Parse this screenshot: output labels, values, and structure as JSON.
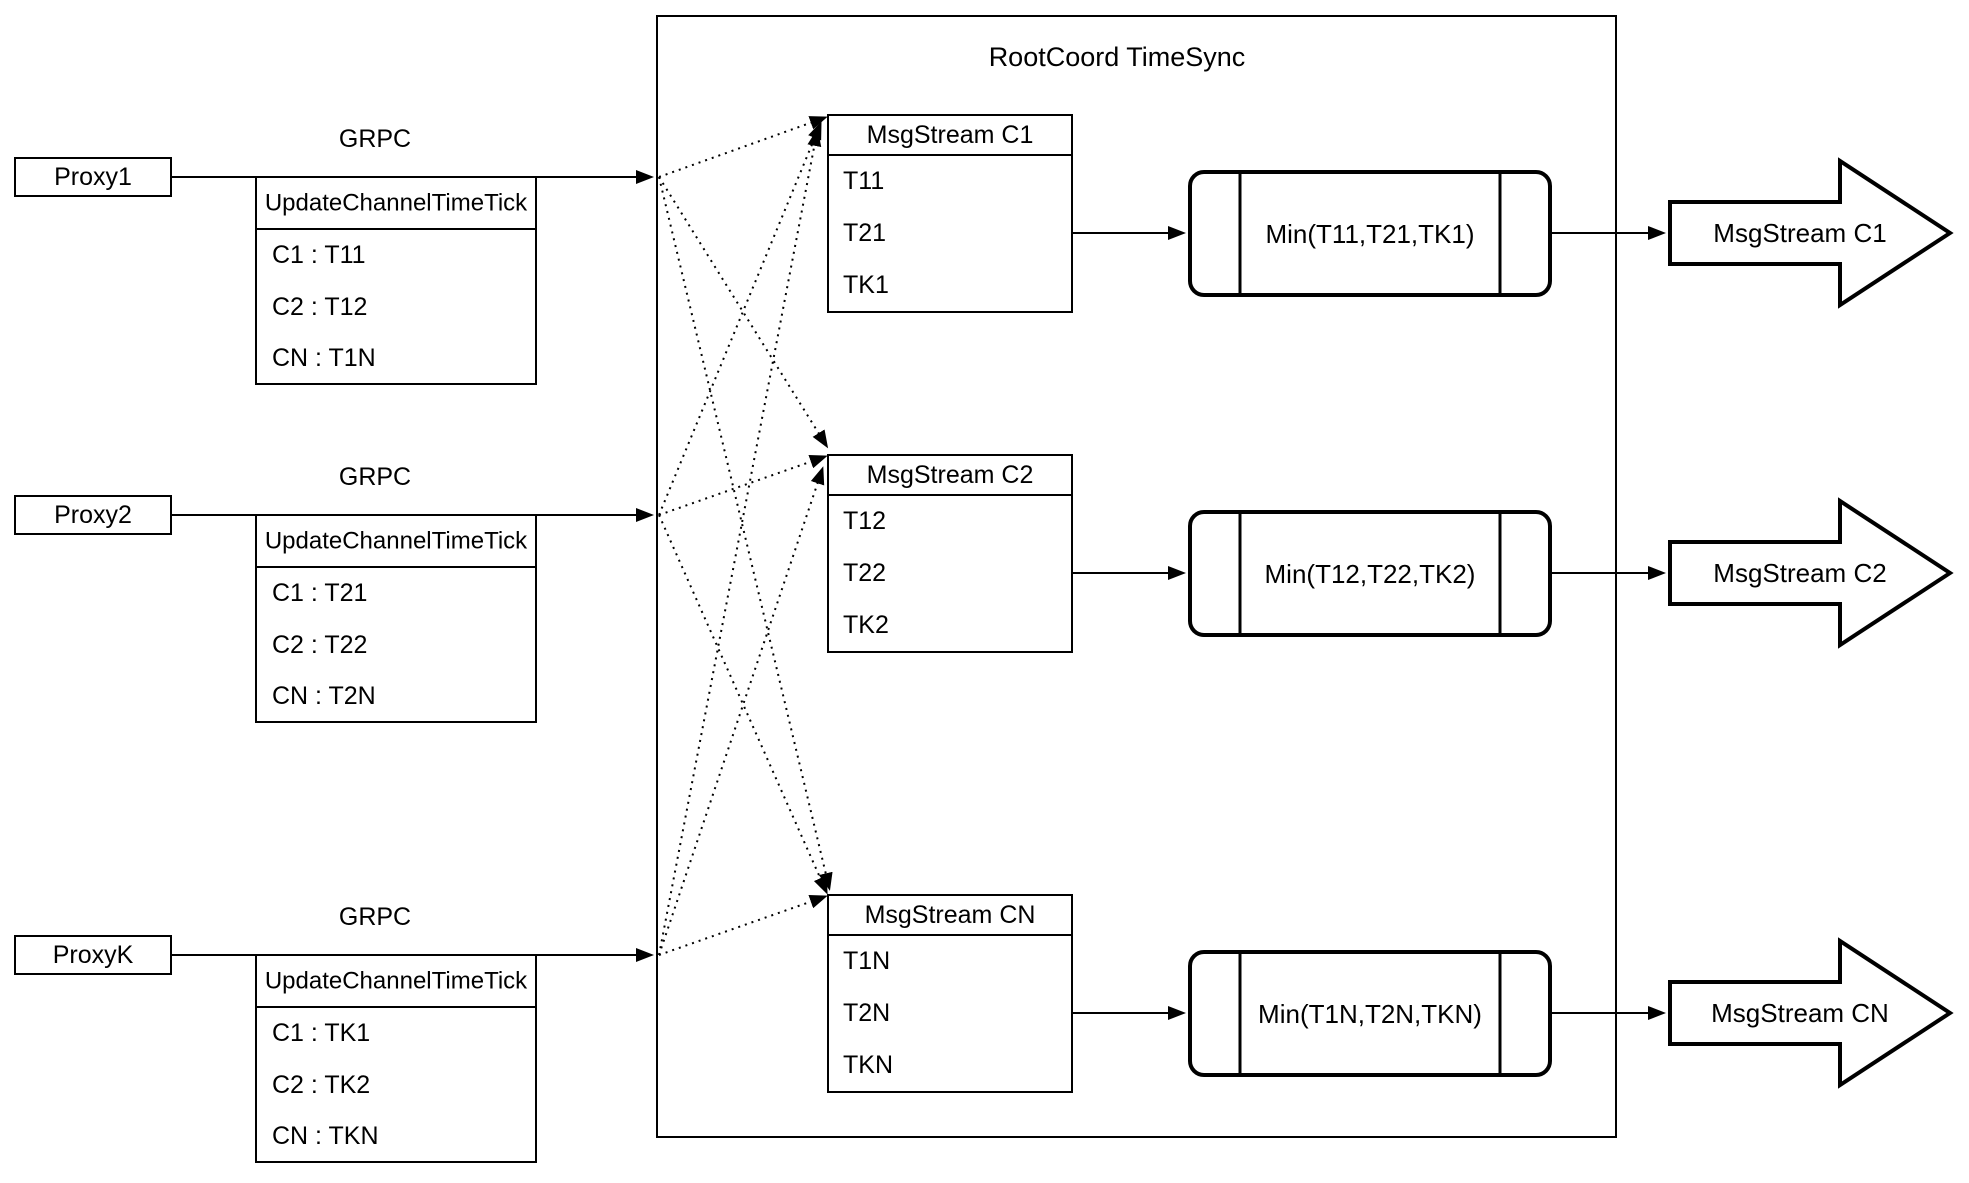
{
  "diagram": {
    "title": "RootCoord TimeSync",
    "colors": {
      "stroke": "#000000",
      "background": "#ffffff",
      "fill": "#ffffff"
    },
    "rows": [
      {
        "proxy_label": "Proxy1",
        "grpc_label": "GRPC",
        "update_table": {
          "header": "UpdateChannelTimeTick",
          "rows": [
            "C1 :  T11",
            "C2 :  T12",
            "CN : T1N"
          ]
        },
        "msg_table": {
          "header": "MsgStream C1",
          "rows": [
            "T11",
            "T21",
            "TK1"
          ]
        },
        "min_label": "Min(T11,T21,TK1)",
        "output_label": "MsgStream C1"
      },
      {
        "proxy_label": "Proxy2",
        "grpc_label": "GRPC",
        "update_table": {
          "header": "UpdateChannelTimeTick",
          "rows": [
            "C1 :  T21",
            "C2 :  T22",
            "CN : T2N"
          ]
        },
        "msg_table": {
          "header": "MsgStream C2",
          "rows": [
            "T12",
            "T22",
            "TK2"
          ]
        },
        "min_label": "Min(T12,T22,TK2)",
        "output_label": "MsgStream C2"
      },
      {
        "proxy_label": "ProxyK",
        "grpc_label": "GRPC",
        "update_table": {
          "header": "UpdateChannelTimeTick",
          "rows": [
            "C1 :  TK1",
            "C2 :  TK2",
            "CN : TKN"
          ]
        },
        "msg_table": {
          "header": "MsgStream CN",
          "rows": [
            "T1N",
            "T2N",
            "TKN"
          ]
        },
        "min_label": "Min(T1N,T2N,TKN)",
        "output_label": "MsgStream CN"
      }
    ]
  }
}
